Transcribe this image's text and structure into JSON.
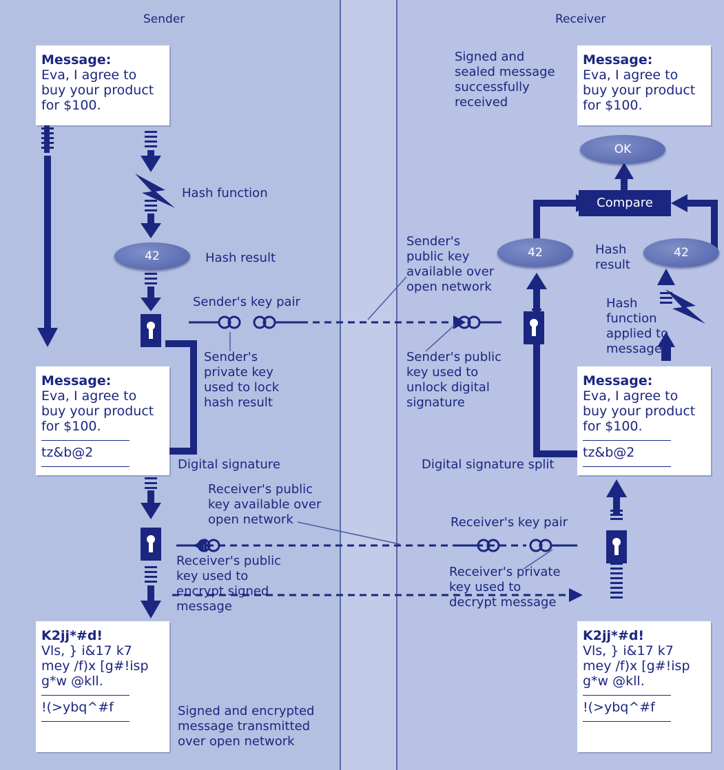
{
  "headers": {
    "sender": "Sender",
    "receiver": "Receiver"
  },
  "messages": {
    "heading": "Message:",
    "body": "Eva, I agree to buy your product for $100.",
    "line1": "Eva, I agree to",
    "line2": "buy your product",
    "line3": "for $100.",
    "signature": "tz&b@2"
  },
  "encrypted": {
    "line1": "K2jj*#d!",
    "line2": "Vls, } i&17 k7",
    "line3": "mey /f)x [g#!isp",
    "line4": "g*w @kll.",
    "line5": "!(>ybq^#f"
  },
  "ovals": {
    "hash_value": "42",
    "ok": "OK",
    "compare": "Compare"
  },
  "labels": {
    "hash_function": "Hash function",
    "hash_result": "Hash result",
    "sender_key_pair": "Sender's key pair",
    "sender_private_key": [
      "Sender's",
      "private key",
      "used to lock",
      "hash result"
    ],
    "digital_signature": "Digital signature",
    "receiver_public_available": [
      "Receiver's public",
      "key available over",
      "open network"
    ],
    "receiver_public_encrypt": [
      "Receiver's public",
      "key used to",
      "encrypt signed",
      "message"
    ],
    "transmitted": [
      "Signed and encrypted",
      "message transmitted",
      "over open network"
    ],
    "signed_sealed": [
      "Signed and",
      "sealed message",
      "successfully",
      "received"
    ],
    "sender_public_available": [
      "Sender's",
      "public key",
      "available over",
      "open network"
    ],
    "hash_result_right": [
      "Hash",
      "result"
    ],
    "hash_function_applied": [
      "Hash",
      "function",
      "applied to",
      "message"
    ],
    "sender_public_unlock": [
      "Sender's public",
      "key used to",
      "unlock digital",
      "signature"
    ],
    "digital_signature_split": "Digital signature split",
    "receiver_key_pair": "Receiver's key pair",
    "receiver_private_key": [
      "Receiver's private",
      "key used to",
      "decrypt message"
    ]
  },
  "colors": {
    "ink": "#1b2680",
    "panel": "#b4c0e2",
    "box": "#ffffff",
    "oval": "#5d6db2"
  }
}
